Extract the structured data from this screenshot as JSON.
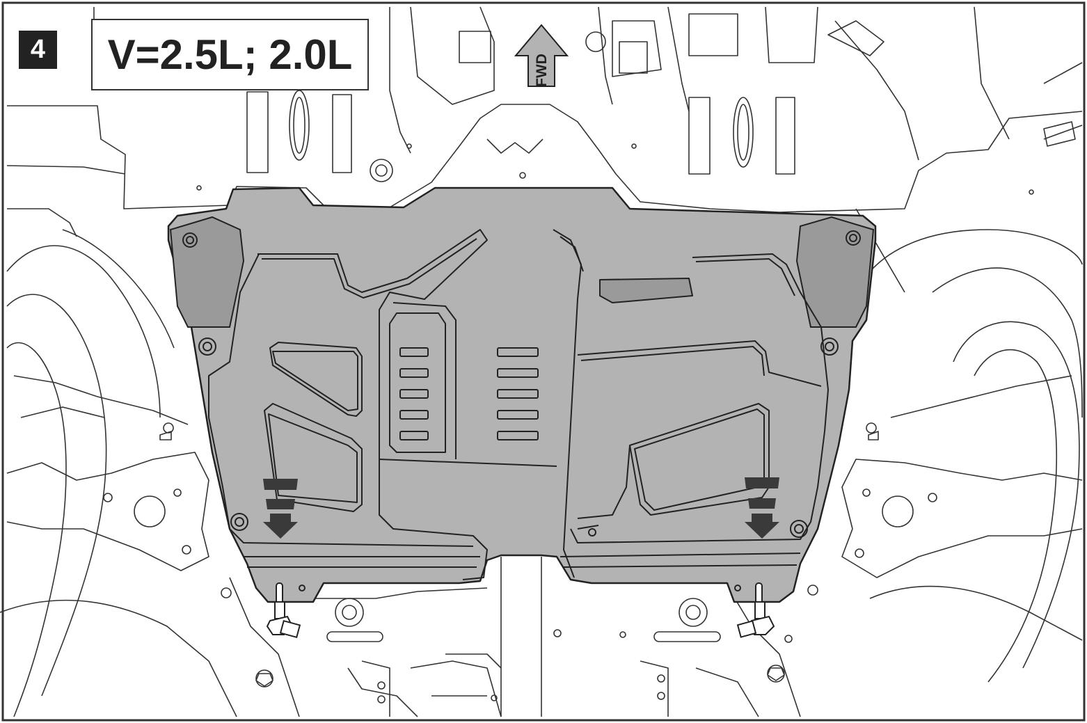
{
  "step_number": "4",
  "engine_label": "V=2.5L; 2.0L",
  "direction_label": "FWD",
  "colors": {
    "line": "#333333",
    "shield_fill": "#b3b3b3",
    "shield_shadow": "#8c8c8c",
    "arrow_fill": "#3a3a3a",
    "badge": "#222222"
  },
  "icons": [
    "forward-direction-arrow-icon",
    "install-direction-arrow-icon",
    "bolt-icon"
  ]
}
